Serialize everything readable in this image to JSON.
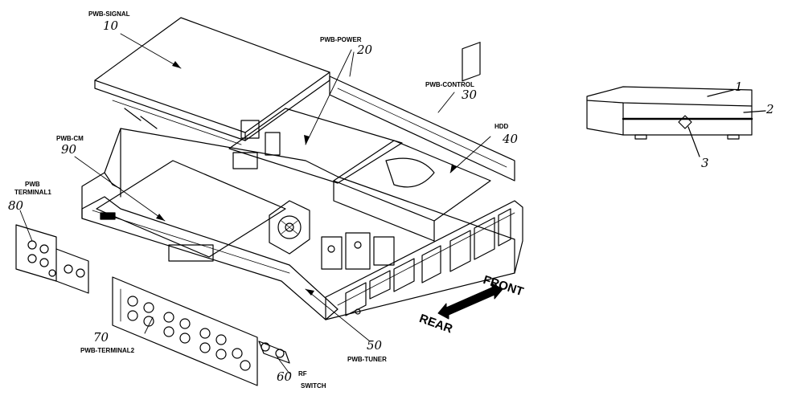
{
  "parts": {
    "signal": {
      "name": "PWB-SIGNAL",
      "number": "10"
    },
    "power": {
      "name": "PWB-POWER",
      "number": "20"
    },
    "control": {
      "name": "PWB-CONTROL",
      "number": "30"
    },
    "hdd": {
      "name": "HDD",
      "number": "40"
    },
    "tuner": {
      "name": "PWB-TUNER",
      "number": "50"
    },
    "rf_switch": {
      "name_line1": "RF",
      "name_line2": "SWITCH",
      "number": "60"
    },
    "terminal2": {
      "name": "PWB-TERMINAL2",
      "number": "70"
    },
    "terminal1": {
      "name_line1": "PWB",
      "name_line2": "TERMINAL1",
      "number": "80"
    },
    "cm": {
      "name": "PWB-CM",
      "number": "90"
    }
  },
  "direction": {
    "front": "FRONT",
    "rear": "REAR"
  },
  "external_view": {
    "callout_1": "1",
    "callout_2": "2",
    "callout_3": "3"
  }
}
